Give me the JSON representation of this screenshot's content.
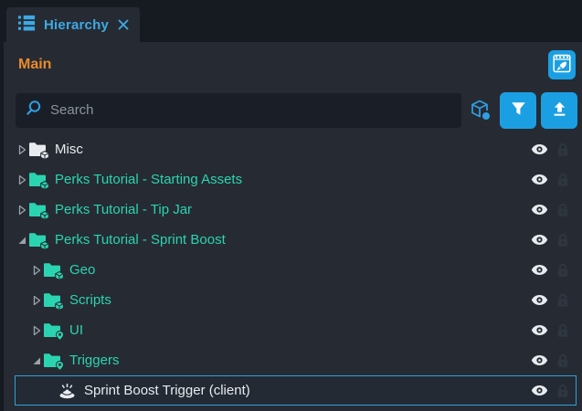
{
  "tab": {
    "title": "Hierarchy"
  },
  "header": {
    "context": "Main"
  },
  "search": {
    "placeholder": "Search"
  },
  "colors": {
    "panel_bg": "#262b33",
    "tabstrip_bg": "#161b22",
    "accent_blue": "#1b9fe3",
    "tab_text_blue": "#3ea9e3",
    "teal": "#2bd4b1",
    "orange": "#e98a2c",
    "selection_border": "#2f9fd9",
    "white_text": "#e8ecf0"
  },
  "icons": [
    "hierarchy-icon",
    "close-icon",
    "clapper-rocket-icon",
    "search-icon",
    "mesh-cube-icon",
    "filter-icon",
    "upload-icon",
    "triangle-collapsed-icon",
    "triangle-expanded-icon",
    "folder-cube-icon",
    "folder-pin-icon",
    "trigger-icon",
    "eye-icon",
    "lock-icon"
  ],
  "tree": {
    "rows": [
      {
        "label": "Misc",
        "color": "white",
        "depth": 0,
        "expander": "collapsed",
        "icon": "folder-cube",
        "selected": false
      },
      {
        "label": "Perks Tutorial - Starting Assets",
        "color": "teal",
        "depth": 0,
        "expander": "collapsed",
        "icon": "folder-cube",
        "selected": false
      },
      {
        "label": "Perks Tutorial - Tip Jar",
        "color": "teal",
        "depth": 0,
        "expander": "collapsed",
        "icon": "folder-cube",
        "selected": false
      },
      {
        "label": "Perks Tutorial - Sprint Boost",
        "color": "teal",
        "depth": 0,
        "expander": "expanded",
        "icon": "folder-cube",
        "selected": false
      },
      {
        "label": "Geo",
        "color": "teal",
        "depth": 1,
        "expander": "collapsed",
        "icon": "folder-cube",
        "selected": false
      },
      {
        "label": "Scripts",
        "color": "teal",
        "depth": 1,
        "expander": "collapsed",
        "icon": "folder-cube",
        "selected": false
      },
      {
        "label": "UI",
        "color": "teal",
        "depth": 1,
        "expander": "collapsed",
        "icon": "folder-pin",
        "selected": false
      },
      {
        "label": "Triggers",
        "color": "teal",
        "depth": 1,
        "expander": "expanded",
        "icon": "folder-pin",
        "selected": false
      },
      {
        "label": "Sprint Boost Trigger (client)",
        "color": "white",
        "depth": 2,
        "expander": "none",
        "icon": "trigger",
        "selected": true
      }
    ]
  }
}
